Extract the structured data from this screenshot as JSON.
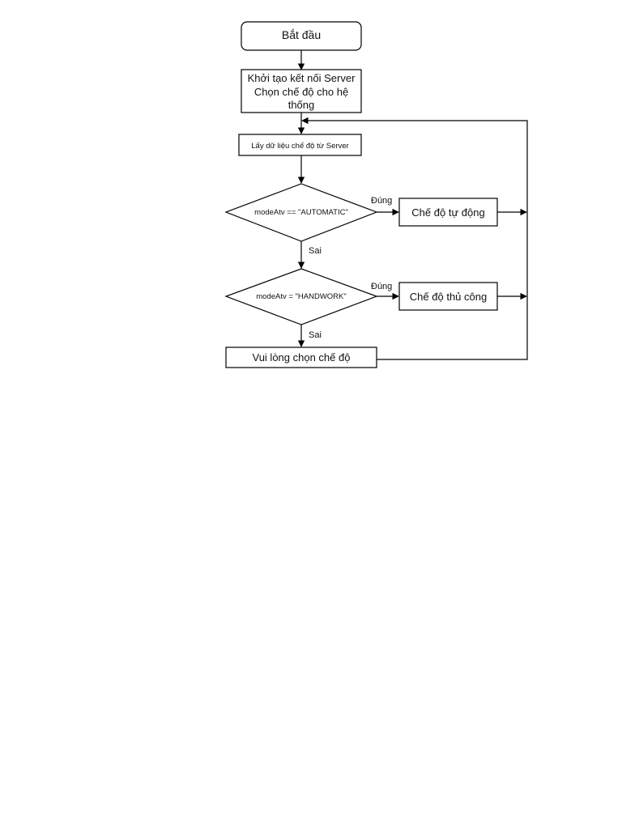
{
  "flowchart": {
    "nodes": {
      "start": "Bắt đầu",
      "init_line1": "Khởi tạo kết nối Server",
      "init_line2": "Chọn chế độ cho hệ",
      "init_line3": "thống",
      "fetch": "Lấy dữ liệu chế độ từ Server",
      "decision_auto": "modeAtv == \"AUTOMATIC\"",
      "auto_mode": "Chế độ tự động",
      "decision_hand": "modeAtv = \"HANDWORK\"",
      "hand_mode": "Chế độ thủ công",
      "choose_mode": "Vui lòng chọn chế độ"
    },
    "edge_labels": {
      "auto_yes": "Đúng",
      "auto_no": "Sai",
      "hand_yes": "Đúng",
      "hand_no": "Sai"
    }
  }
}
